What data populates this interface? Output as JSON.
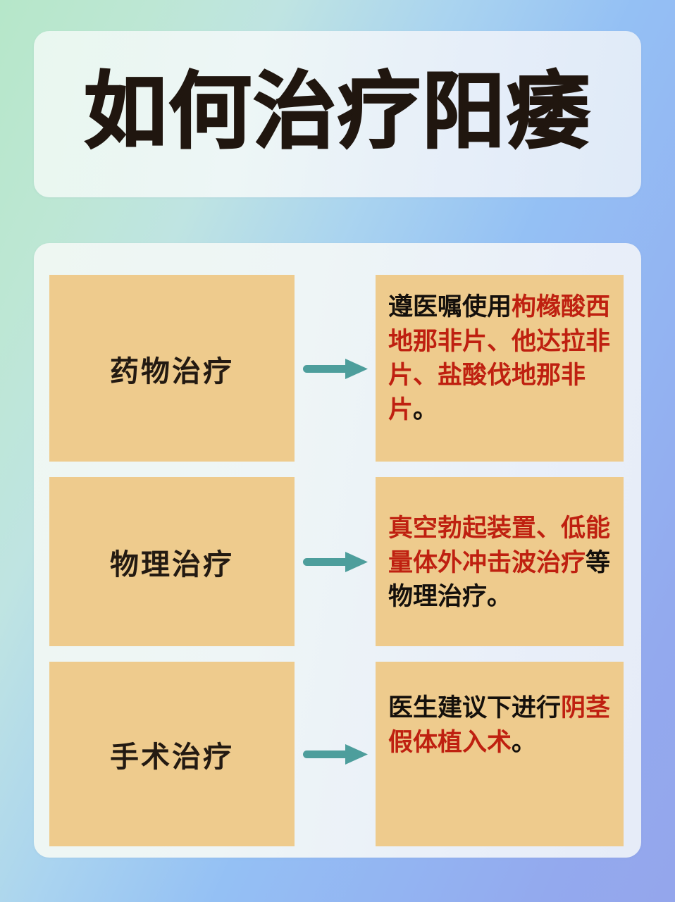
{
  "poster": {
    "title": "如何治疗阳痿",
    "background_gradient_from": "#b6e7c9",
    "background_gradient_to": "#94a6ec",
    "card_background": "#eef5f6",
    "box_color": "#eecb8d",
    "highlight_color": "#bf2010",
    "arrow_color": "#4d9e9c",
    "text_color": "#20160f"
  },
  "rows": [
    {
      "label": "药物治疗",
      "arrow": "right-arrow-icon",
      "detail_segments": [
        {
          "text": "遵医嘱使用",
          "highlight": false
        },
        {
          "text": "枸橼酸西地那非片、他达拉非片、盐酸伐地那非片",
          "highlight": true
        },
        {
          "text": "。",
          "highlight": false
        }
      ]
    },
    {
      "label": "物理治疗",
      "arrow": "right-arrow-icon",
      "detail_segments": [
        {
          "text": "真空勃起装置、低能量体外冲击波治疗",
          "highlight": true
        },
        {
          "text": "等物理治疗。",
          "highlight": false
        }
      ]
    },
    {
      "label": "手术治疗",
      "arrow": "right-arrow-icon",
      "detail_segments": [
        {
          "text": "医生建议下进行",
          "highlight": false
        },
        {
          "text": "阴茎假体植入术",
          "highlight": true
        },
        {
          "text": "。",
          "highlight": false
        }
      ]
    }
  ]
}
